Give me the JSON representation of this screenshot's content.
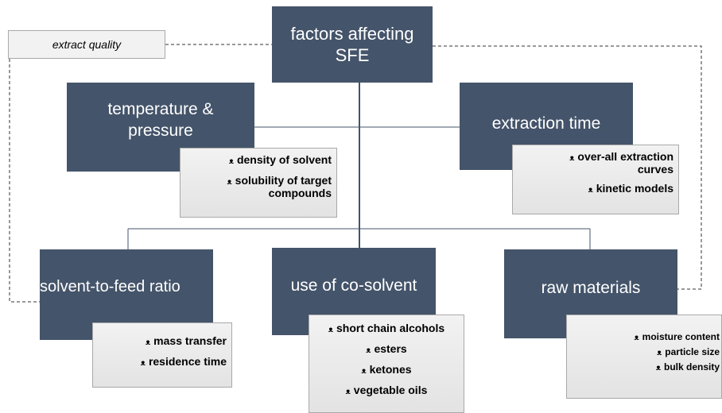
{
  "root": {
    "line1": "factors affecting",
    "line2": "SFE"
  },
  "extract_quality": "extract quality",
  "temperature": {
    "title_line1": "temperature &",
    "title_line2": "pressure",
    "items": [
      "density of solvent",
      "solubility of target",
      "compounds"
    ]
  },
  "extraction_time": {
    "title": "extraction time",
    "items": [
      "over-all extraction",
      "curves",
      "kinetic models"
    ]
  },
  "solvent_feed": {
    "title": "solvent-to-feed ratio",
    "items": [
      "mass transfer",
      "residence time"
    ]
  },
  "co_solvent": {
    "title": "use of co-solvent",
    "items": [
      "short chain alcohols",
      "esters",
      "ketones",
      "vegetable oils"
    ]
  },
  "raw_materials": {
    "title": "raw materials",
    "items": [
      "moisture content",
      "particle size",
      "bulk density"
    ]
  },
  "bullet_glyph": "ᴥ",
  "colors": {
    "node_fill": "#44546a",
    "detail_fill": "#e8e8e8",
    "line": "#44546a"
  }
}
